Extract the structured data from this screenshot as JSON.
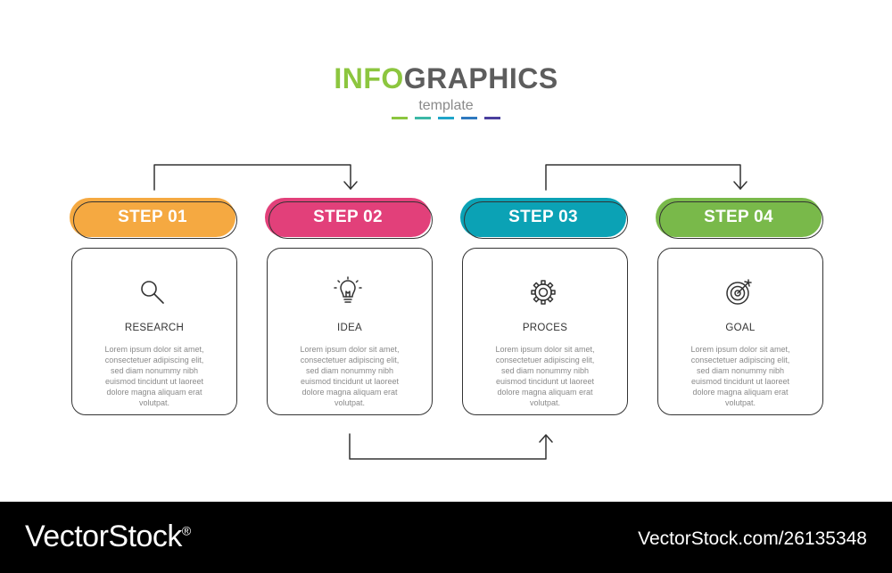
{
  "header": {
    "title_part1": "INFO",
    "title_part2": "GRAPHICS",
    "subtitle": "template",
    "accent_colors": [
      "#8cc63f",
      "#3bb8a6",
      "#1fa5c9",
      "#2e79bf",
      "#4a3f9e"
    ]
  },
  "steps": [
    {
      "label": "STEP 01",
      "name": "RESEARCH",
      "icon": "magnifier-icon",
      "color": "#f5a941",
      "lines": [
        "Lorem ipsum dolor sit amet,",
        "consectetuer adipiscing elit,",
        "sed diam nonummy nibh",
        "euismod tincidunt ut laoreet",
        "dolore magna aliquam erat",
        "volutpat."
      ]
    },
    {
      "label": "STEP 02",
      "name": "IDEA",
      "icon": "lightbulb-icon",
      "color": "#e2407a",
      "lines": [
        "Lorem ipsum dolor sit amet,",
        "consectetuer adipiscing elit,",
        "sed diam nonummy nibh",
        "euismod tincidunt ut laoreet",
        "dolore magna aliquam erat",
        "volutpat."
      ]
    },
    {
      "label": "STEP 03",
      "name": "PROCES",
      "icon": "gear-icon",
      "color": "#0ba2b5",
      "lines": [
        "Lorem ipsum dolor sit amet,",
        "consectetuer adipiscing elit,",
        "sed diam nonummy nibh",
        "euismod tincidunt ut laoreet",
        "dolore magna aliquam erat",
        "volutpat."
      ]
    },
    {
      "label": "STEP 04",
      "name": "GOAL",
      "icon": "target-icon",
      "color": "#79b94a",
      "lines": [
        "Lorem ipsum dolor sit amet,",
        "consectetuer adipiscing elit,",
        "sed diam nonummy nibh",
        "euismod tincidunt ut laoreet",
        "dolore magna aliquam erat",
        "volutpat."
      ]
    }
  ],
  "footer": {
    "brand": "VectorStock",
    "brand_mark": "®",
    "credit": "VectorStock.com/26135348"
  }
}
